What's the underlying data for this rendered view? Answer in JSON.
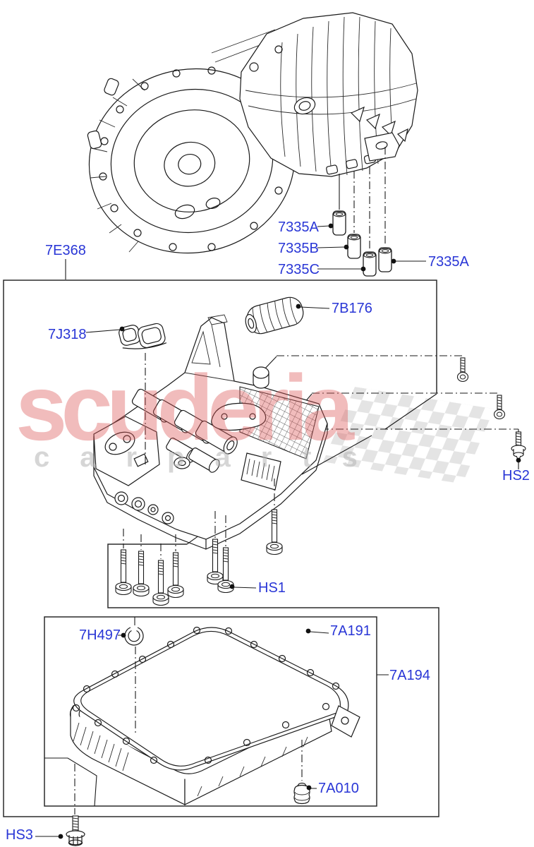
{
  "watermark": {
    "brand": "scuderia",
    "letters": "carparts"
  },
  "labels": {
    "e368": "7E368",
    "j318": "7J318",
    "b176": "7B176",
    "p7335a_1": "7335A",
    "p7335b": "7335B",
    "p7335c": "7335C",
    "p7335a_2": "7335A",
    "hs1": "HS1",
    "hs2": "HS2",
    "hs3": "HS3",
    "h497": "7H497",
    "a191": "7A191",
    "a194": "7A194",
    "a010": "7A010"
  },
  "colors": {
    "part_label": "#2936d6",
    "line_art": "#1a1a1a",
    "watermark_red": "#db5858",
    "watermark_gray": "#b4b4b4",
    "checker_gray": "#e4e4e4"
  }
}
